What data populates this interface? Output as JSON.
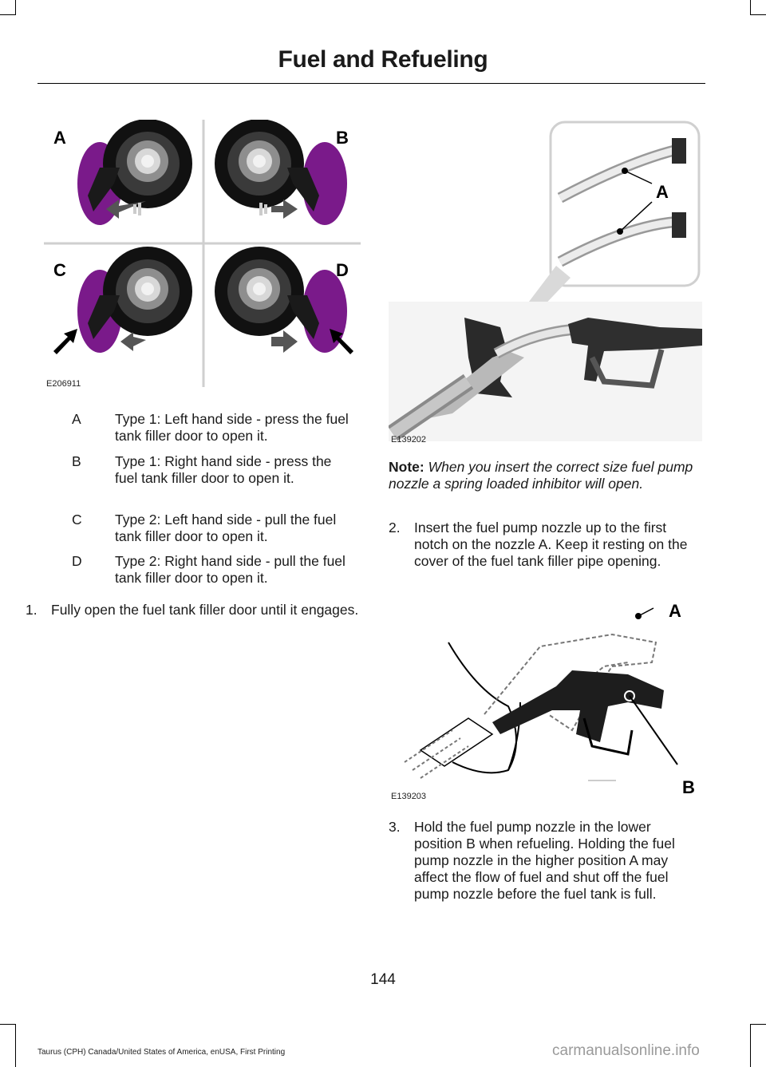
{
  "header": {
    "title": "Fuel and Refueling"
  },
  "figure1": {
    "label": "E206911",
    "callouts": [
      "A",
      "B",
      "C",
      "D"
    ]
  },
  "legend": [
    {
      "key": "A",
      "text": "Type 1: Left hand side - press the fuel tank filler door to open it."
    },
    {
      "key": "B",
      "text": "Type 1: Right hand side - press the fuel tank filler door to open it."
    },
    {
      "key": "C",
      "text": "Type 2: Left hand side - pull the fuel tank filler door to open it."
    },
    {
      "key": "D",
      "text": "Type 2: Right hand side - pull the fuel tank filler door to open it."
    }
  ],
  "step1": {
    "num": "1.",
    "text": "Fully open the fuel tank filler door until it engages."
  },
  "figure2": {
    "label": "E139202",
    "callout": "A"
  },
  "note": {
    "prefix": "Note:",
    "text": "When you insert the correct size fuel pump nozzle a spring loaded inhibitor will open."
  },
  "step2": {
    "num": "2.",
    "text": "Insert the fuel pump nozzle up to the first notch on the nozzle A.  Keep it resting on the cover of the fuel tank filler pipe opening."
  },
  "figure3": {
    "label": "E139203",
    "callouts": [
      "A",
      "B"
    ]
  },
  "step3": {
    "num": "3.",
    "text": "Hold the fuel pump nozzle in the lower position B when refueling. Holding the fuel pump nozzle in the higher position A may affect the flow of fuel and shut off the fuel pump nozzle before the fuel tank is full."
  },
  "page_number": "144",
  "footer": {
    "text": "Taurus (CPH) Canada/United States of America, enUSA, First Printing"
  },
  "watermark": "carmanualsonline.info",
  "colors": {
    "filler_door": "#7a1a8a",
    "arrow": "#cccccc",
    "text": "#1a1a1a"
  }
}
